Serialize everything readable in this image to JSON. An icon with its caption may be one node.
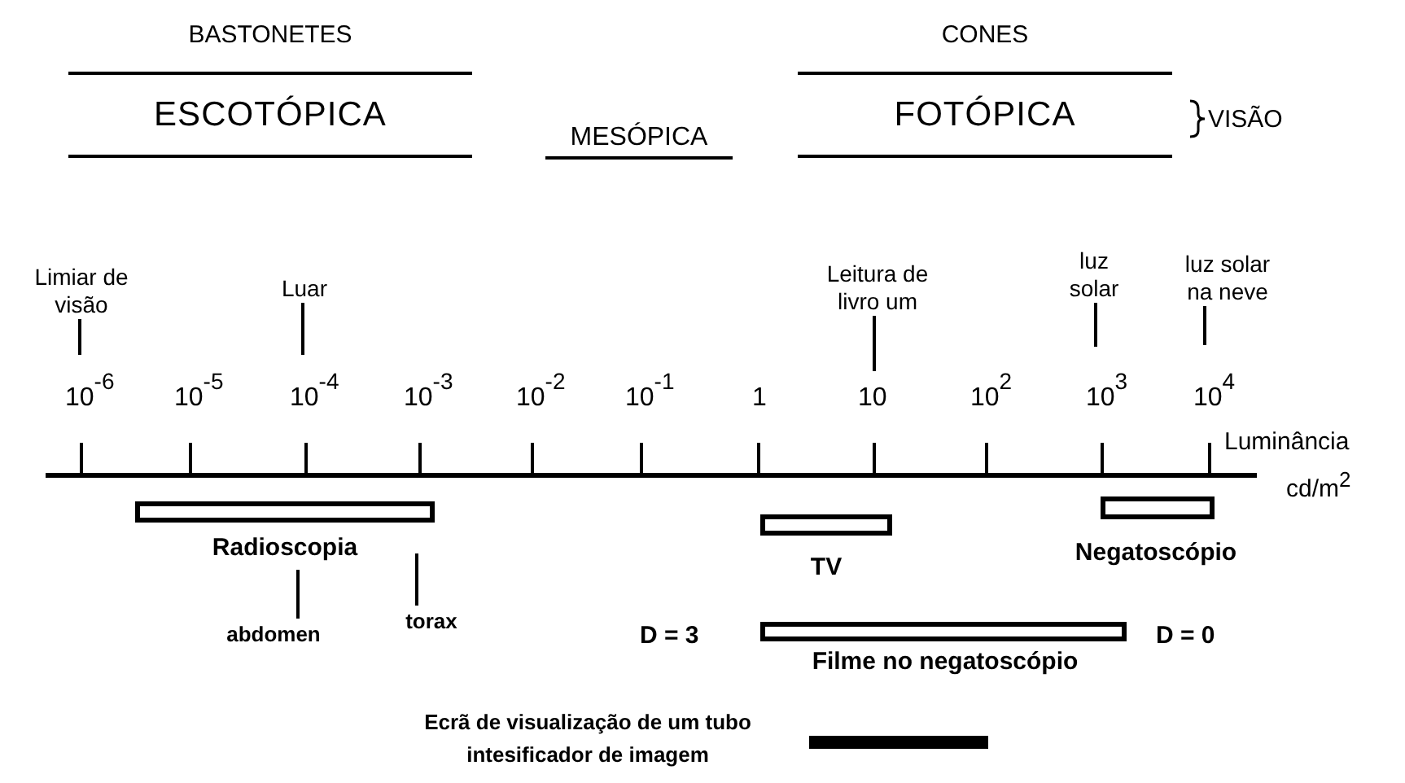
{
  "diagram": {
    "nodes": [
      {
        "text": [
          "BASTONETES",
          "ESCOTÓPICA"
        ]
      },
      {
        "text": [
          "CONES",
          "FOTÓPICA"
        ]
      },
      {
        "text": [
          "Limiar de visão"
        ]
      },
      {
        "text": [
          "Luar"
        ]
      },
      {
        "text": [
          "Leitura de livro um"
        ]
      },
      {
        "text": [
          "luz solar"
        ]
      },
      {
        "text": [
          "luz solar na neve"
        ]
      },
      {
        "text": [
          "Radioscopia"
        ]
      },
      {
        "text": [
          "abdomen"
        ]
      },
      {
        "text": [
          "torax"
        ]
      },
      {
        "text": [
          "TV"
        ]
      },
      {
        "text": [
          "Negatoscópio"
        ]
      },
      {
        "text": [
          "Filme no negatoscópio"
        ],
        "beside": [
          "D = 3",
          "D = 0"
        ]
      },
      {
        "text": [
          "Ecrã de visualização de um tubo intesificador de imagem"
        ]
      }
    ],
    "edges": [
      {
        "from": 2,
        "to": null,
        "arrow": "none"
      },
      {
        "from": 3,
        "to": null,
        "arrow": "none"
      },
      {
        "from": 4,
        "to": null,
        "arrow": "none"
      },
      {
        "from": 5,
        "to": null,
        "arrow": "none"
      },
      {
        "from": 6,
        "to": null,
        "arrow": "none"
      },
      {
        "from": 8,
        "to": 7,
        "arrow": "none"
      },
      {
        "from": 9,
        "to": null,
        "arrow": "none"
      }
    ],
    "labels": [
      "MESÓPICA",
      "VISÃO",
      "10$^{-6}$",
      "10$^{-5}$",
      "10$^{-4}$",
      "10$^{-3}$",
      "10$^{-2}$",
      "10$^{-1}$",
      "1",
      "10",
      "10$^{2}$",
      "10$^{3}$",
      "10$^{4}$",
      "Luminância",
      "cd/m$^{2}$"
    ]
  }
}
